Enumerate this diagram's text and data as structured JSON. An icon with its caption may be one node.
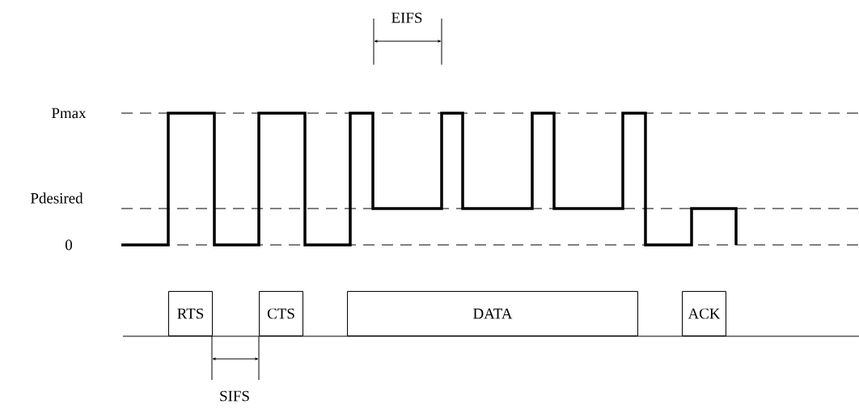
{
  "diagram": {
    "nodes": [
      {
        "text": [
          "RTS"
        ]
      },
      {
        "text": [
          "CTS"
        ]
      },
      {
        "text": [
          "DATA"
        ]
      },
      {
        "text": [
          "ACK"
        ]
      }
    ],
    "edges": [],
    "labels": [
      "EIFS",
      "Pmax",
      "Pdesired",
      "0",
      "SIFS"
    ]
  }
}
